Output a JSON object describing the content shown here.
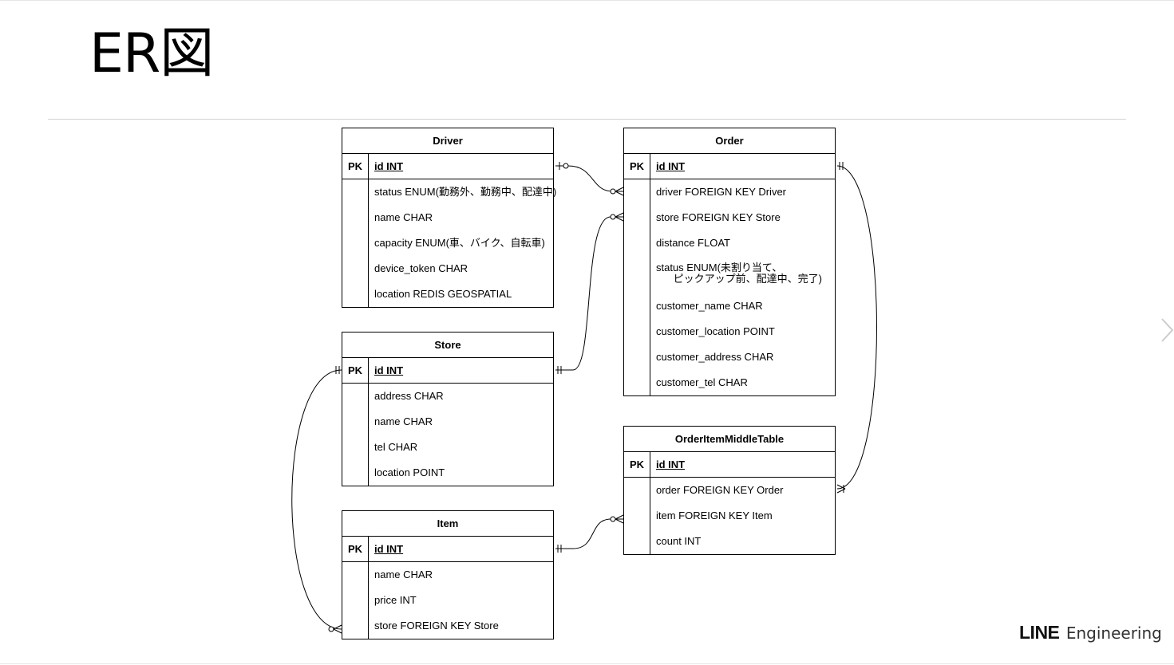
{
  "page": {
    "title": "ER図"
  },
  "entities": {
    "driver": {
      "name": "Driver",
      "pk_label": "PK",
      "pk_field": "id INT",
      "fields": [
        "status ENUM(勤務外、勤務中、配達中)",
        "name CHAR",
        "capacity ENUM(車、バイク、自転車)",
        "device_token CHAR",
        "location REDIS GEOSPATIAL"
      ]
    },
    "store": {
      "name": "Store",
      "pk_label": "PK",
      "pk_field": "id INT",
      "fields": [
        "address CHAR",
        "name CHAR",
        "tel CHAR",
        "location POINT"
      ]
    },
    "item": {
      "name": "Item",
      "pk_label": "PK",
      "pk_field": "id INT",
      "fields": [
        "name CHAR",
        "price INT",
        "store FOREIGN KEY Store"
      ]
    },
    "order": {
      "name": "Order",
      "pk_label": "PK",
      "pk_field": "id INT",
      "fields": [
        "driver FOREIGN KEY Driver",
        "store FOREIGN KEY Store",
        "distance FLOAT",
        "status ENUM(未割り当て、\n      ピックアップ前、配達中、完了)",
        "customer_name CHAR",
        "customer_location POINT",
        "customer_address CHAR",
        "customer_tel CHAR"
      ]
    },
    "order_item": {
      "name": "OrderItemMiddleTable",
      "pk_label": "PK",
      "pk_field": "id INT",
      "fields": [
        "order FOREIGN KEY Order",
        "item FOREIGN KEY Item",
        "count INT"
      ]
    }
  },
  "brand": {
    "line": "LINE",
    "engineering": "Engineering"
  },
  "colors": {
    "line": "#000000",
    "divider": "#d4d4d4",
    "nav_arrow": "#cccccc"
  }
}
